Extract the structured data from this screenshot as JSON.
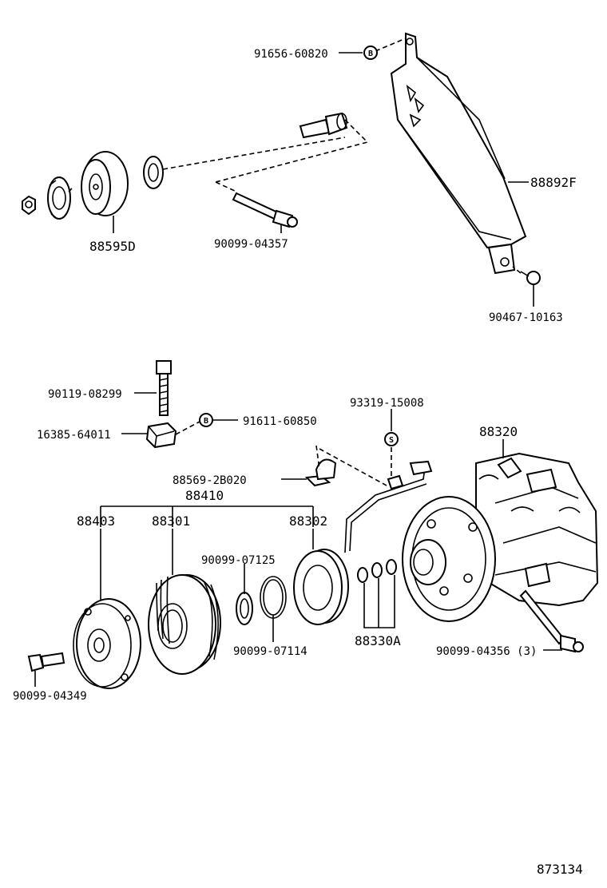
{
  "labels": {
    "p91656": "91656-60820",
    "p88892f": "88892F",
    "p88595d": "88595D",
    "p90099_04357": "90099-04357",
    "p90467": "90467-10163",
    "p90119": "90119-08299",
    "p16385": "16385-64011",
    "p91611": "91611-60850",
    "p93319": "93319-15008",
    "p88320": "88320",
    "p88569": "88569-2B020",
    "p88410": "88410",
    "p88403": "88403",
    "p88301": "88301",
    "p88302": "88302",
    "p90099_07125": "90099-07125",
    "p90099_07114": "90099-07114",
    "p88330a": "88330A",
    "p90099_04356": "90099-04356 (3)",
    "p90099_04349": "90099-04349",
    "diagram_no": "873134"
  },
  "markers": {
    "b_top": "B",
    "b_mid": "B",
    "s_mid": "S"
  }
}
